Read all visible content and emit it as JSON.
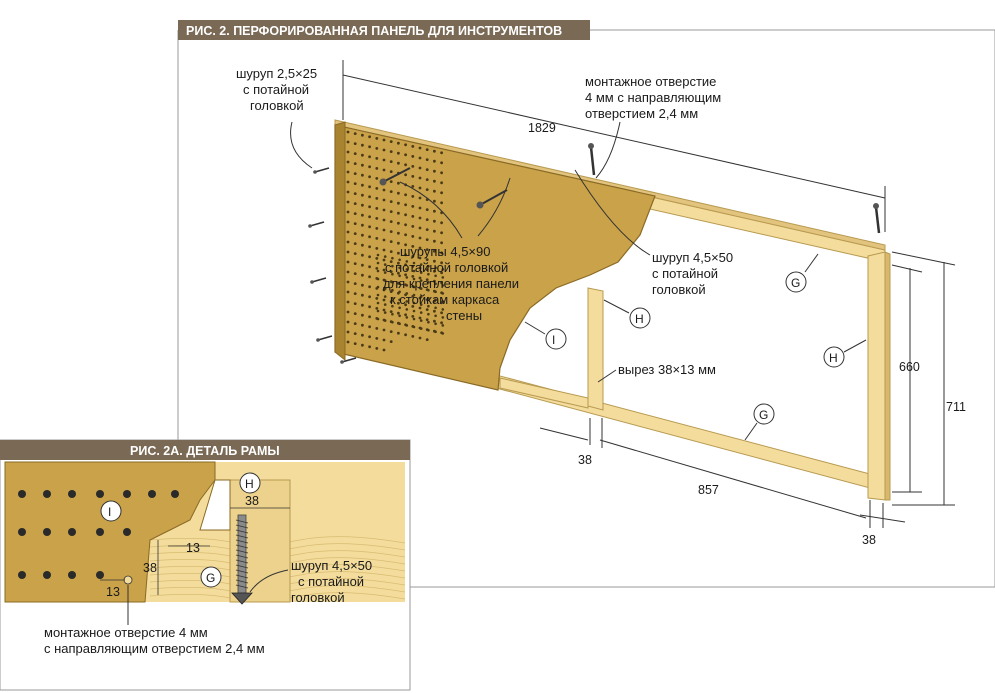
{
  "fig2": {
    "title": "РИС. 2. ПЕРФОРИРОВАННАЯ ПАНЕЛЬ ДЛЯ ИНСТРУМЕНТОВ",
    "screw_small": [
      "шуруп 2,5×25",
      "с потайной",
      "головкой"
    ],
    "mount_hole": [
      "монтажное отверстие",
      "4 мм с направляющим",
      "отверстием 2,4 мм"
    ],
    "screws_long": [
      "шурупы 4,5×90",
      "с потайной головкой",
      "для крепления панели",
      "к стойкам каркаса",
      "стены"
    ],
    "screw_mid": [
      "шуруп 4,5×50",
      "с потайной",
      "головкой"
    ],
    "cutout": "вырез 38×13 мм",
    "dims": {
      "length": "1829",
      "height_inner": "660",
      "height_outer": "711",
      "bottom_span": "857",
      "post_width": "38",
      "end_width": "38"
    },
    "callouts": {
      "g1": "G",
      "g2": "G",
      "h1": "H",
      "h2": "H",
      "i": "I"
    }
  },
  "fig2a": {
    "title": "РИС. 2А. ДЕТАЛЬ РАМЫ",
    "screw": [
      "шуруп 4,5×50",
      "с потайной",
      "головкой"
    ],
    "mount_hole": [
      "монтажное отверстие 4 мм",
      "с направляющим отверстием 2,4 мм"
    ],
    "dims": {
      "top": "38",
      "mid": "13",
      "left": "38",
      "bottom": "13"
    },
    "callouts": {
      "h": "H",
      "i": "I",
      "g": "G"
    }
  },
  "colors": {
    "wood": "#f3dc9c",
    "wood_edge": "#c9a85a",
    "panel": "#c9a24a",
    "panel_dark": "#a88330",
    "header": "#7a6a55",
    "hole": "#2a2a2a"
  }
}
